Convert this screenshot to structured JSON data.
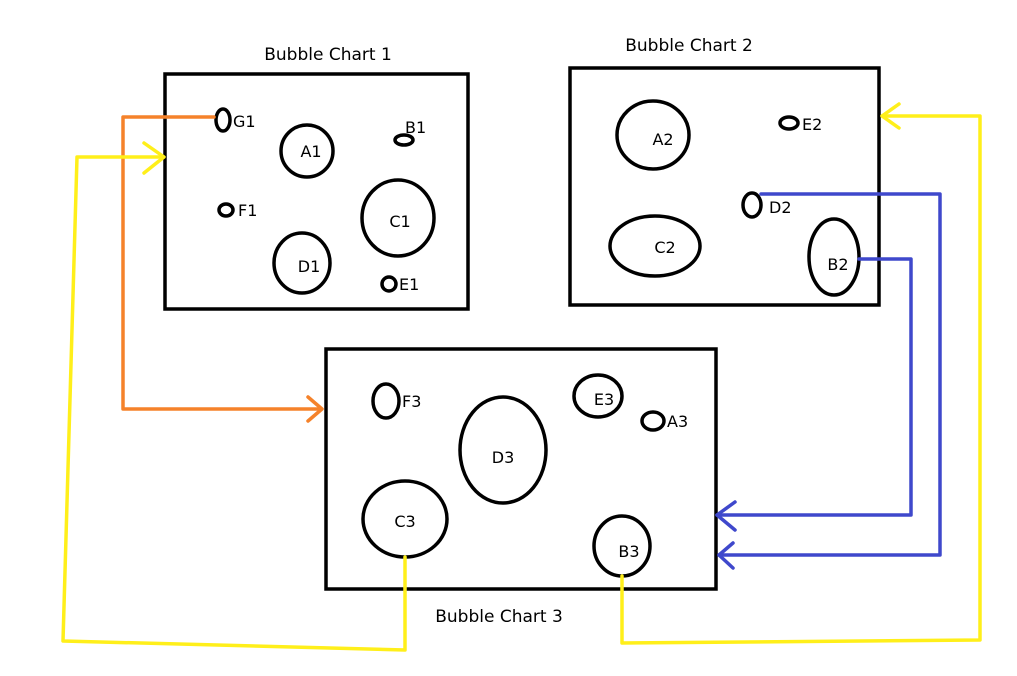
{
  "colors": {
    "orange": "#f5822a",
    "yellow": "#ffef1a",
    "blue": "#3f48cc",
    "black": "#000000"
  },
  "charts": [
    {
      "title": "Bubble Chart 1",
      "bubbles": [
        "G1",
        "A1",
        "B1",
        "F1",
        "C1",
        "D1",
        "E1"
      ]
    },
    {
      "title": "Bubble Chart 2",
      "bubbles": [
        "A2",
        "E2",
        "D2",
        "C2",
        "B2"
      ]
    },
    {
      "title": "Bubble Chart 3",
      "bubbles": [
        "F3",
        "E3",
        "A3",
        "D3",
        "C3",
        "B3"
      ]
    }
  ],
  "connections": [
    {
      "from": "G1",
      "to": "Bubble Chart 3",
      "color": "orange"
    },
    {
      "from": "C3",
      "to": "Bubble Chart 1",
      "color": "yellow"
    },
    {
      "from": "B3",
      "to": "Bubble Chart 2",
      "color": "yellow"
    },
    {
      "from": "B2",
      "to": "Bubble Chart 3",
      "color": "blue"
    },
    {
      "from": "D2",
      "to": "Bubble Chart 3",
      "color": "blue"
    }
  ]
}
